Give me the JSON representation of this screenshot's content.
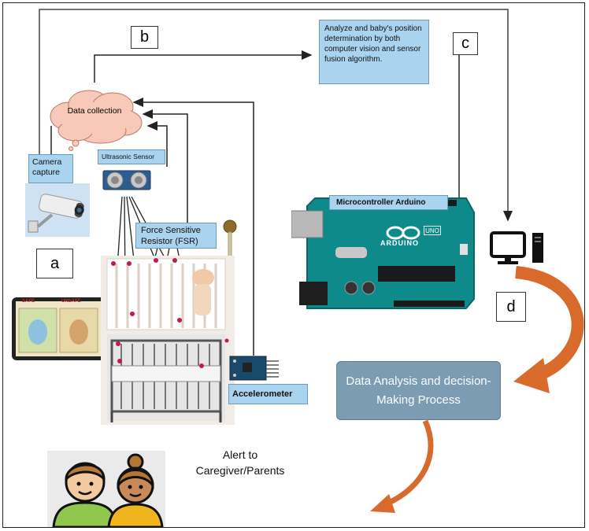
{
  "labels": {
    "b": "b",
    "c": "c",
    "a": "a",
    "d": "d",
    "data_collection": "Data collection",
    "camera_capture": "Camera capture",
    "ultrasonic_sensor": "Ultrasonic Sensor",
    "fsr": "Force Sensitive Resistor (FSR)",
    "analyze": "Analyze and baby's position determination by both computer vision and sensor fusion algorithm.",
    "microcontroller": "Microcontroller Arduino",
    "accelerometer": "Accelerometer",
    "data_analysis": "Data Analysis and decision-Making Process",
    "alert": "Alert to Caregiver/Parents",
    "tablet_safe": "SAFE",
    "tablet_unsafe": "UNSAFE",
    "arduino_brand": "ARDUINO",
    "arduino_model": "UNO"
  },
  "colors": {
    "label_box": "#a9d3ee",
    "cloud": "#f8c9b8",
    "arrow": "#d86a2c",
    "board": "#0f8a8a",
    "sensor_dot": "#c2185b"
  }
}
